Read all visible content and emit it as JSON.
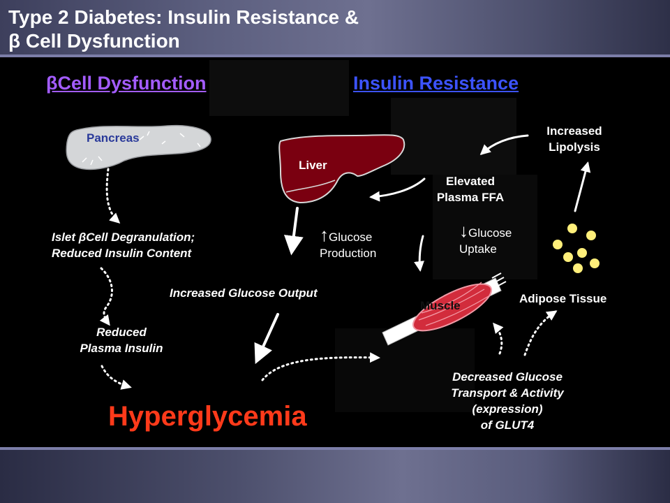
{
  "title": {
    "line1": "Type 2 Diabetes:  Insulin Resistance &",
    "line2": "β Cell Dysfunction"
  },
  "headings": {
    "beta": "βCell Dysfunction",
    "ir": "Insulin Resistance"
  },
  "organs": {
    "pancreas": "Pancreas",
    "liver": "Liver",
    "muscle": "Muscle",
    "adipose": "Adipose Tissue"
  },
  "labels": {
    "islet_line1": "Islet βCell Degranulation;",
    "islet_line2": "Reduced Insulin Content",
    "reduced_line1": "Reduced",
    "reduced_line2": "Plasma Insulin",
    "hyperglycemia": "Hyperglycemia",
    "increased_output": "Increased Glucose Output",
    "glucose_prod_arrow": "↑",
    "glucose_prod_line1": "Glucose",
    "glucose_prod_line2": "Production",
    "glucose_uptake_arrow": "↓",
    "glucose_uptake_line1": "Glucose",
    "glucose_uptake_line2": "Uptake",
    "ffa_line1": "Elevated",
    "ffa_line2": "Plasma FFA",
    "lipolysis_line1": "Increased",
    "lipolysis_line2": "Lipolysis",
    "glut4_line1": "Decreased Glucose",
    "glut4_line2": "Transport & Activity",
    "glut4_line3": "(expression)",
    "glut4_line4": "of GLUT4"
  },
  "colors": {
    "beta_heading": "#a35cff",
    "ir_heading": "#3c53ff",
    "hyperglycemia": "#ff3a1a",
    "liver": "#7a0010",
    "pancreas_label": "#2a3a9a",
    "adipose_dots": "#ffef7a"
  }
}
